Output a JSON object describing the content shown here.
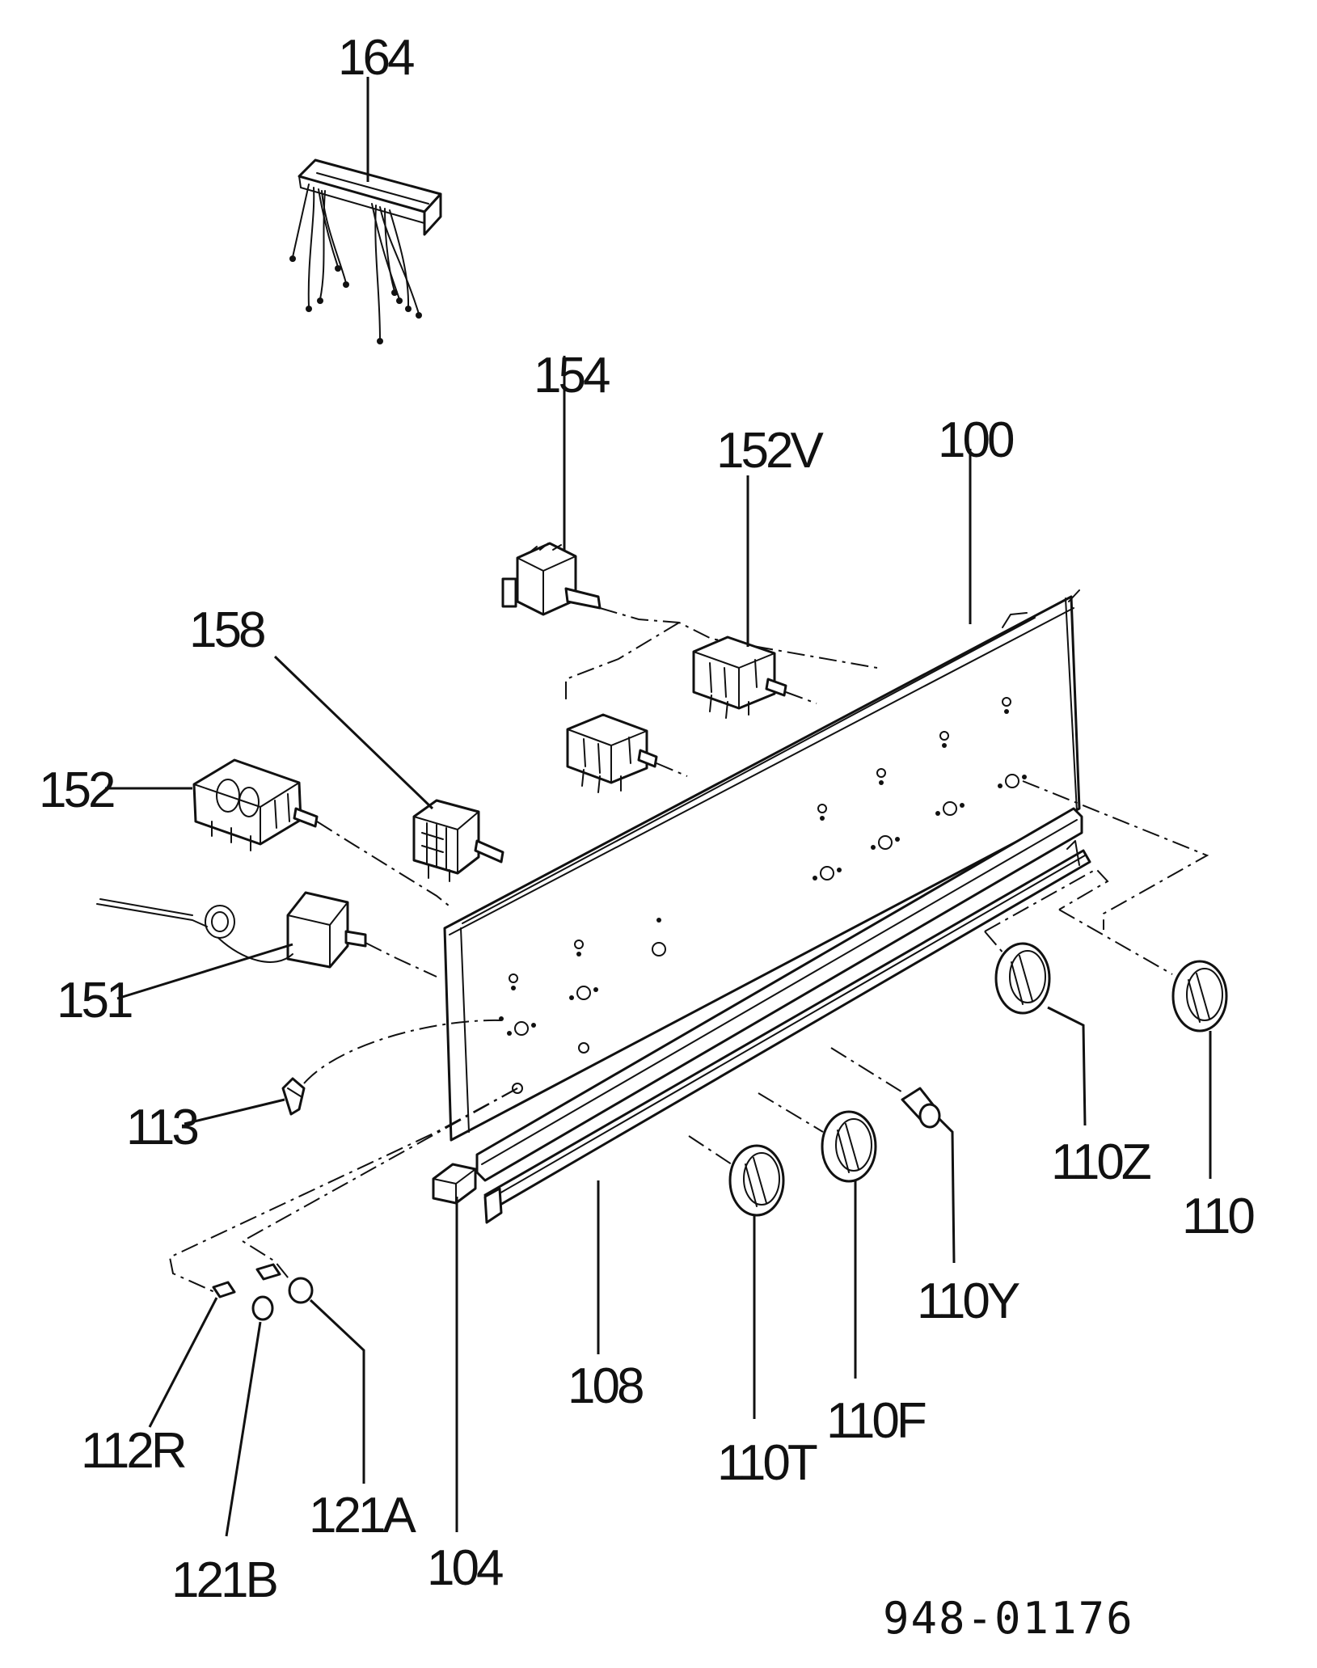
{
  "drawing_number": "948-01176",
  "parts": {
    "p164": "164",
    "p154": "154",
    "p152V": "152V",
    "p100": "100",
    "p158": "158",
    "p152": "152",
    "p151": "151",
    "p113": "113",
    "p110Z": "110Z",
    "p110": "110",
    "p110Y": "110Y",
    "p108": "108",
    "p110F": "110F",
    "p110T": "110T",
    "p112R": "112R",
    "p121A": "121A",
    "p121B": "121B",
    "p104": "104"
  }
}
